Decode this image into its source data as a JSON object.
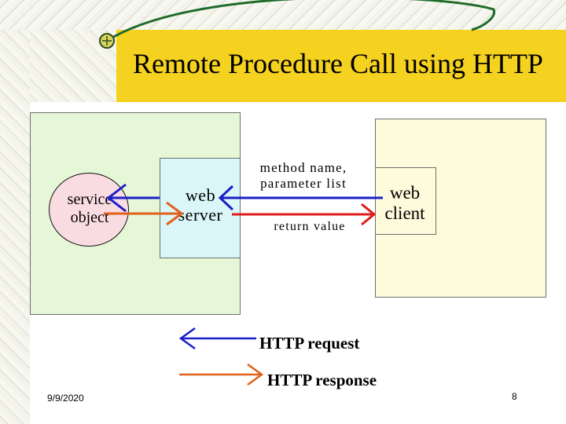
{
  "slide": {
    "title": "Remote Procedure Call using HTTP",
    "date": "9/9/2020",
    "page_number": "8"
  },
  "diagram": {
    "service_object_label": "service\nobject",
    "web_server_label": "web\nserver",
    "web_client_label": "web\nclient",
    "request_label": "method name,\nparameter list",
    "return_label": "return value"
  },
  "legend": {
    "request": "HTTP request",
    "response": "HTTP response"
  },
  "colors": {
    "title_band": "#f5d21f",
    "request_arrow": "#1a1fc8",
    "response_arrow": "#e0601c",
    "return_arrow": "#e01b1b",
    "server_area": "#e6f7d8",
    "client_area": "#fdfbdc",
    "web_server_box": "#dbf6f8",
    "service_object": "#f9dce2"
  }
}
